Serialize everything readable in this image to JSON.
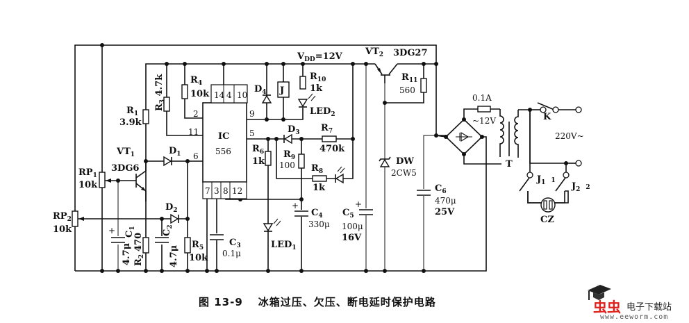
{
  "figure": {
    "number": "图 13-9",
    "title": "冰箱过压、欠压、断电延时保护电路"
  },
  "supply": {
    "label": "V",
    "sub": "DD",
    "value": "=12V"
  },
  "ic": {
    "name": "IC",
    "part": "556",
    "pins": {
      "p14": "14",
      "p4": "4",
      "p10": "10",
      "p2": "2",
      "p9": "9",
      "p11": "11",
      "p5": "5",
      "p6": "6",
      "p7": "7",
      "p3": "3",
      "p8": "8",
      "p12": "12"
    }
  },
  "components": {
    "R1": {
      "name": "R",
      "sub": "1",
      "value": "3.9k"
    },
    "R2": {
      "name": "R",
      "sub": "2",
      "value": "470"
    },
    "R3": {
      "name": "R",
      "sub": "3",
      "value": "4.7k"
    },
    "R4": {
      "name": "R",
      "sub": "4",
      "value": "10k"
    },
    "R5": {
      "name": "R",
      "sub": "5",
      "value": "10k"
    },
    "R6": {
      "name": "R",
      "sub": "6",
      "value": "1k"
    },
    "R7": {
      "name": "R",
      "sub": "7",
      "value": "470k"
    },
    "R8": {
      "name": "R",
      "sub": "8",
      "value": "1k"
    },
    "R9": {
      "name": "R",
      "sub": "9",
      "value": "100"
    },
    "R10": {
      "name": "R",
      "sub": "10",
      "value": "1k"
    },
    "R11": {
      "name": "R",
      "sub": "11",
      "value": "560"
    },
    "RP1": {
      "name": "RP",
      "sub": "1",
      "value": "10k"
    },
    "RP2": {
      "name": "RP",
      "sub": "2",
      "value": "10k"
    },
    "C1": {
      "name": "C",
      "sub": "1",
      "value": "4.7μ"
    },
    "C2": {
      "name": "C",
      "sub": "2",
      "value": "4.7μ"
    },
    "C3": {
      "name": "C",
      "sub": "3",
      "value": "0.1μ"
    },
    "C4": {
      "name": "C",
      "sub": "4",
      "value": "330μ"
    },
    "C5": {
      "name": "C",
      "sub": "5",
      "value": "100μ",
      "voltage": "16V"
    },
    "C6": {
      "name": "C",
      "sub": "6",
      "value": "470μ",
      "voltage": "25V"
    },
    "VT1": {
      "name": "VT",
      "sub": "1",
      "part": "3DG6"
    },
    "VT2": {
      "name": "VT",
      "sub": "2",
      "part": "3DG27"
    },
    "D1": {
      "name": "D",
      "sub": "1"
    },
    "D2": {
      "name": "D",
      "sub": "2"
    },
    "D3": {
      "name": "D",
      "sub": "3"
    },
    "D4": {
      "name": "D",
      "sub": "4"
    },
    "LED1": {
      "name": "LED",
      "sub": "1"
    },
    "LED2": {
      "name": "LED",
      "sub": "2"
    },
    "DW": {
      "name": "DW",
      "part": "2CW5"
    },
    "J": {
      "name": "J"
    },
    "J1": {
      "name": "J",
      "sub": "1",
      "contact": "1"
    },
    "J2": {
      "name": "J",
      "sub": "2",
      "contact": "2"
    },
    "K": {
      "name": "K"
    },
    "T": {
      "name": "T"
    },
    "CZ": {
      "name": "CZ"
    },
    "fuse": {
      "value": "0.1A"
    },
    "secondary": {
      "value": "~12V"
    },
    "mains": {
      "value": "220V~"
    }
  },
  "watermark": {
    "brand": "虫虫",
    "site": "电子下载站",
    "url": "www.eeworm.com"
  }
}
